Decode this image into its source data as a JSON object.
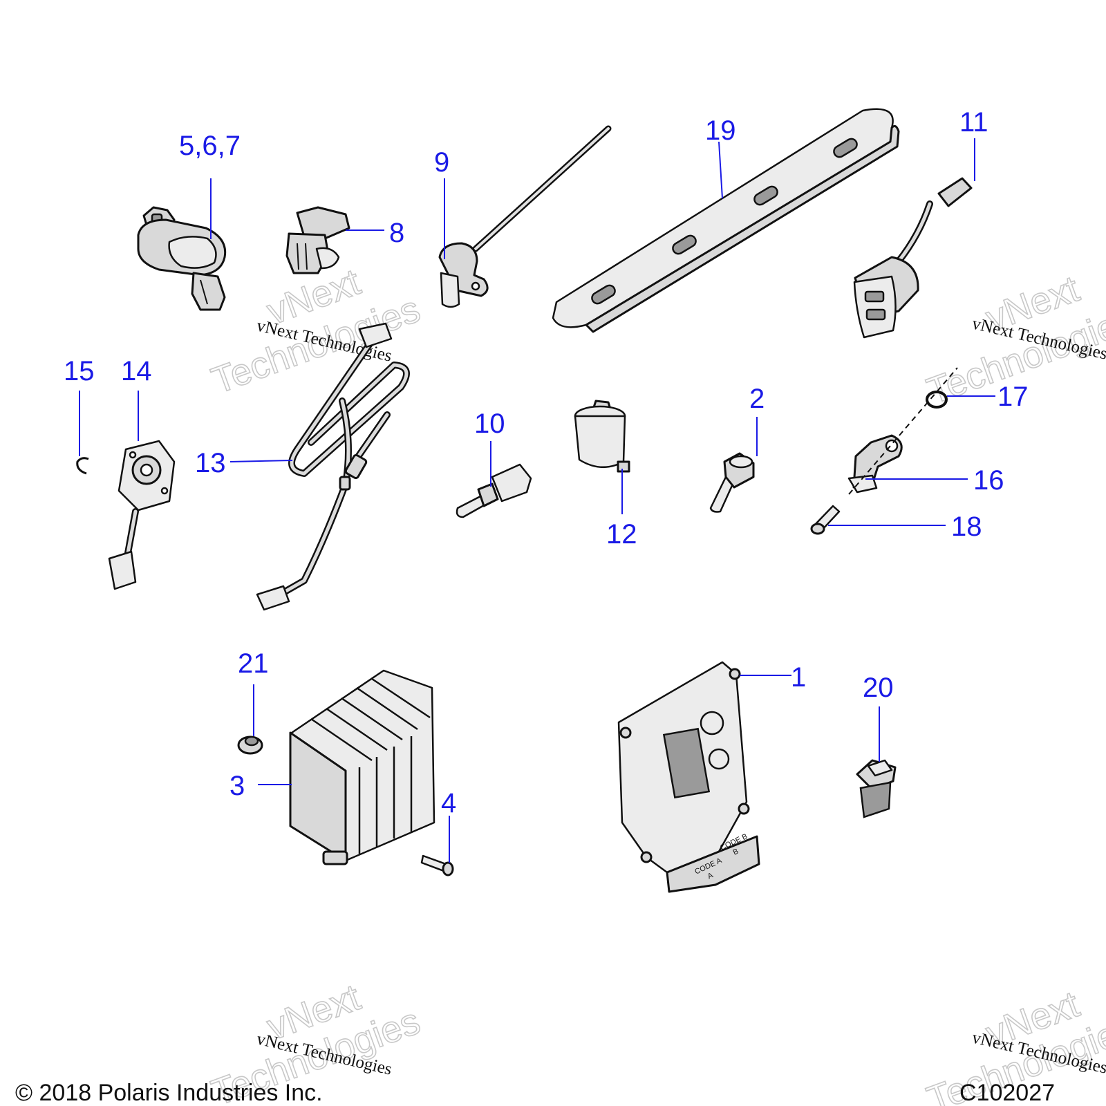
{
  "watermark": {
    "brand": "vNext",
    "word": "Technologies",
    "full": "vNext Technologies"
  },
  "callouts": {
    "c1": "1",
    "c2": "2",
    "c3": "3",
    "c4": "4",
    "c567": "5,6,7",
    "c8": "8",
    "c9": "9",
    "c10": "10",
    "c11": "11",
    "c12": "12",
    "c13": "13",
    "c14": "14",
    "c15": "15",
    "c16": "16",
    "c17": "17",
    "c18": "18",
    "c19": "19",
    "c20": "20",
    "c21": "21"
  },
  "ecu_labels": {
    "code_a": "CODE A",
    "sub_a": "A",
    "code_b": "CODE B",
    "sub_b": "B"
  },
  "footer": {
    "copyright": "© 2018 Polaris Industries Inc.",
    "figure_id": "C102027"
  },
  "colors": {
    "callout": "#1a1ae6",
    "line_art": "#111111",
    "part_fill": "#d9d9d9",
    "watermark": "#c8c8c8"
  }
}
